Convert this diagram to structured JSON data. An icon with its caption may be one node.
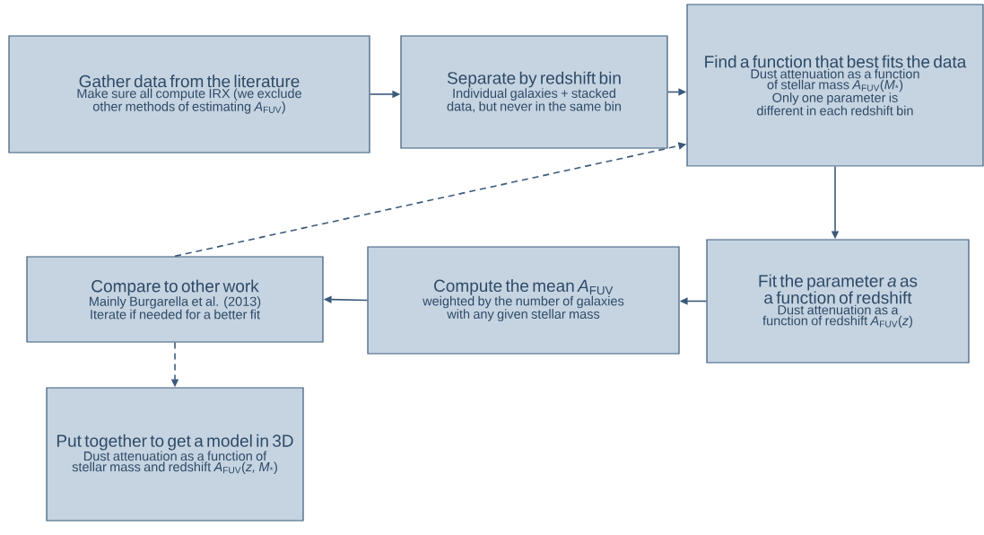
{
  "diagram": {
    "nodes": [
      {
        "text": [
          "Gather data from the literature",
          "Make sure all compute IRX (we exclude other methods of estimating *A*$_{FUV}$)"
        ]
      },
      {
        "text": [
          "Separate by redshift bin",
          "Individual galaxies +  stacked data, but never in the same bin"
        ]
      },
      {
        "text": [
          "Find a function that best fits the data",
          "Dust attenuation as a function of stellar mass *A*$_{FUV}$(*M*$_{*}$)",
          "Only one parameter is different in each redshift bin"
        ]
      },
      {
        "text": [
          "Fit the parameter *a* as a function of redshift",
          "Dust attenuation as a function of redshift *A*$_{FUV}$(*z*)"
        ]
      },
      {
        "text": [
          "Compute the mean *A*$_{FUV}$",
          "weighted by the number of galaxies with any given stellar mass"
        ]
      },
      {
        "text": [
          "Compare to other work",
          "Mainly Burgarella et al. (2013)",
          "Iterate if needed for a better fit"
        ]
      },
      {
        "text": [
          "Put together to get a model in 3D",
          "Dust attenuation as a function of stellar mass and redshift *A*$_{FUV}$(*z, M*$_{*}$)"
        ]
      }
    ],
    "edges": [
      {
        "from": 0,
        "to": 1,
        "arrow": "to"
      },
      {
        "from": 1,
        "to": 2,
        "arrow": "to"
      },
      {
        "from": 2,
        "to": 3,
        "arrow": "to"
      },
      {
        "from": 3,
        "to": 4,
        "arrow": "to"
      },
      {
        "from": 4,
        "to": 5,
        "arrow": "to"
      },
      {
        "from": 5,
        "to": 2,
        "arrow": "to",
        "style": "dashed"
      },
      {
        "from": 5,
        "to": 6,
        "arrow": "to",
        "style": "dashed"
      }
    ]
  }
}
